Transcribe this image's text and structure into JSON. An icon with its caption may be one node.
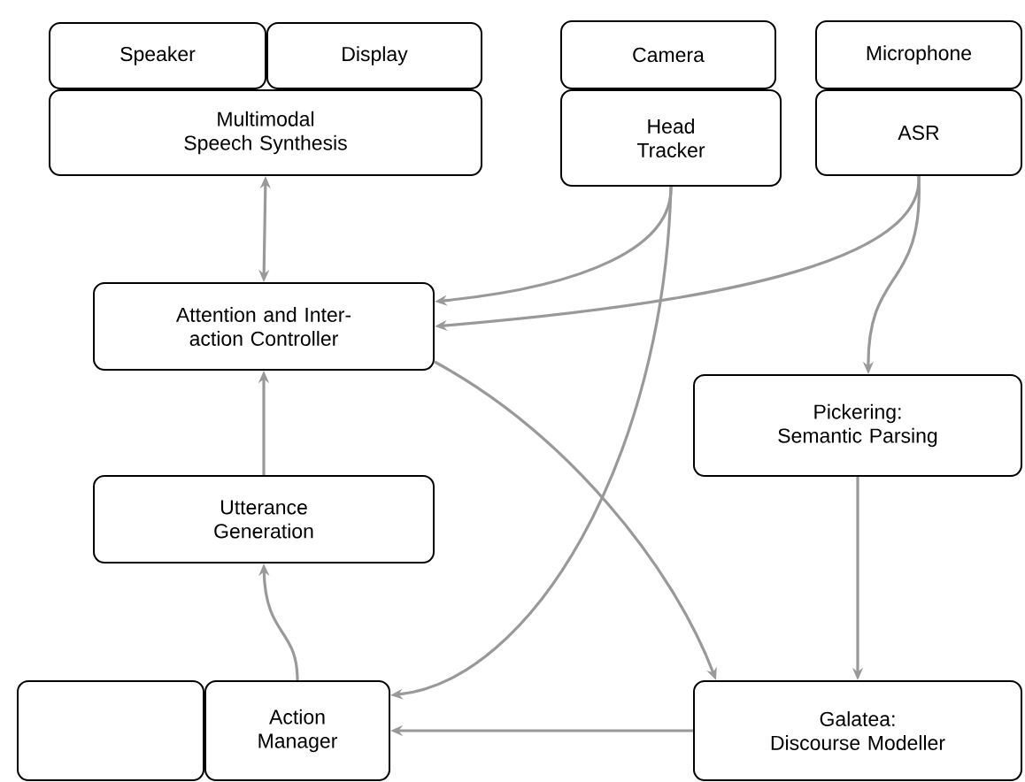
{
  "diagram": {
    "nodes": [
      {
        "text": [
          "Speaker"
        ]
      },
      {
        "text": [
          "Display"
        ]
      },
      {
        "text": [
          "Multimodal Speech Synthesis"
        ]
      },
      {
        "text": [
          "Camera"
        ]
      },
      {
        "text": [
          "Head Tracker"
        ]
      },
      {
        "text": [
          "Microphone"
        ]
      },
      {
        "text": [
          "ASR"
        ]
      },
      {
        "text": [
          "Attention and Inter-action Controller"
        ]
      },
      {
        "text": [
          "Pickering:",
          "Semantic Parsing"
        ]
      },
      {
        "text": [
          "Utterance Generation"
        ]
      },
      {
        "text": [],
        "shape": "box"
      },
      {
        "text": [
          "Action Manager"
        ]
      },
      {
        "text": [
          "Galatea:",
          "Discourse Modeller"
        ]
      }
    ],
    "edges": [
      {
        "from": 2,
        "to": 7,
        "arrow": "both"
      },
      {
        "from": 4,
        "to": 7,
        "arrow": "to"
      },
      {
        "from": 6,
        "to": 7,
        "arrow": "to"
      },
      {
        "from": 6,
        "to": 8,
        "arrow": "to"
      },
      {
        "from": 4,
        "to": 11,
        "arrow": "to"
      },
      {
        "from": 7,
        "to": 12,
        "arrow": "to"
      },
      {
        "from": 8,
        "to": 12,
        "arrow": "to"
      },
      {
        "from": 12,
        "to": 11,
        "arrow": "to"
      },
      {
        "from": 11,
        "to": 9,
        "arrow": "to"
      },
      {
        "from": 9,
        "to": 7,
        "arrow": "to"
      }
    ]
  }
}
